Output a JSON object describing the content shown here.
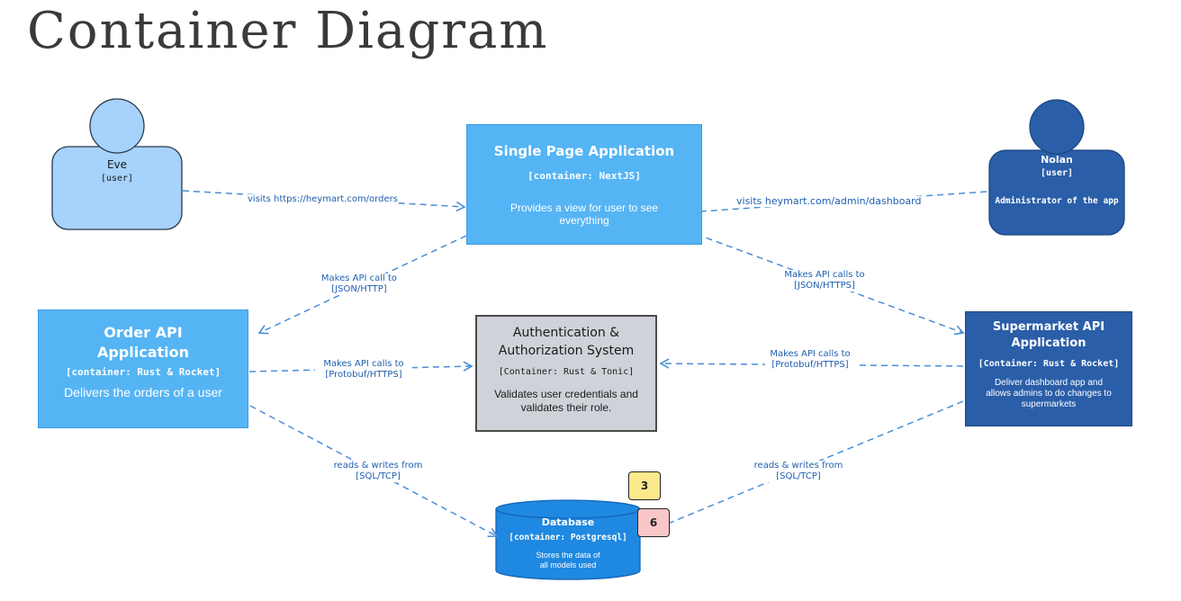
{
  "page": {
    "title": "Container Diagram"
  },
  "actors": {
    "eve": {
      "name": "Eve",
      "role": "[user]"
    },
    "nolan": {
      "name": "Nolan",
      "role": "[user]",
      "description": "Administrator of the app"
    }
  },
  "containers": {
    "spa": {
      "name": "Single Page Application",
      "tech": "[container: NextJS]",
      "description": "Provides a view for user to see everything"
    },
    "order_api": {
      "name": "Order API Application",
      "tech": "[container: Rust & Rocket]",
      "description": "Delivers the orders of a user"
    },
    "auth": {
      "name": "Authentication & Authorization System",
      "tech": "[Container: Rust & Tonic]",
      "description": "Validates user credentials and validates their role."
    },
    "supermarket_api": {
      "name": "Supermarket API Application",
      "tech": "[Container: Rust & Rocket]",
      "description": "Deliver dashboard app and allows admins to do changes to supermarkets"
    },
    "database": {
      "name": "Database",
      "tech": "[container: Postgresql]",
      "description": "Stores the data of all models used"
    }
  },
  "tags": {
    "tag_a": "3",
    "tag_b": "6"
  },
  "relations": {
    "eve_spa": "visits https://heymart.com/orders",
    "nolan_spa": "visits heymart.com/admin/dashboard",
    "spa_order": "Makes API call to [JSON/HTTP]",
    "spa_super": "Makes API calls to [JSON/HTTPS]",
    "order_auth": "Makes API calls to [Protobuf/HTTPS]",
    "super_auth": "Makes API calls to [Protobuf/HTTPS]",
    "order_db": "reads & writes from [SQL/TCP]",
    "super_db": "reads & writes from [SQL/TCP]"
  },
  "colors": {
    "light_blue": "#55b4f4",
    "person_light": "#a6d2fb",
    "dark_blue": "#2a5ea8",
    "db_blue": "#1f88e0",
    "grey": "#cfd3d9",
    "arrow": "#4a8ed6"
  }
}
